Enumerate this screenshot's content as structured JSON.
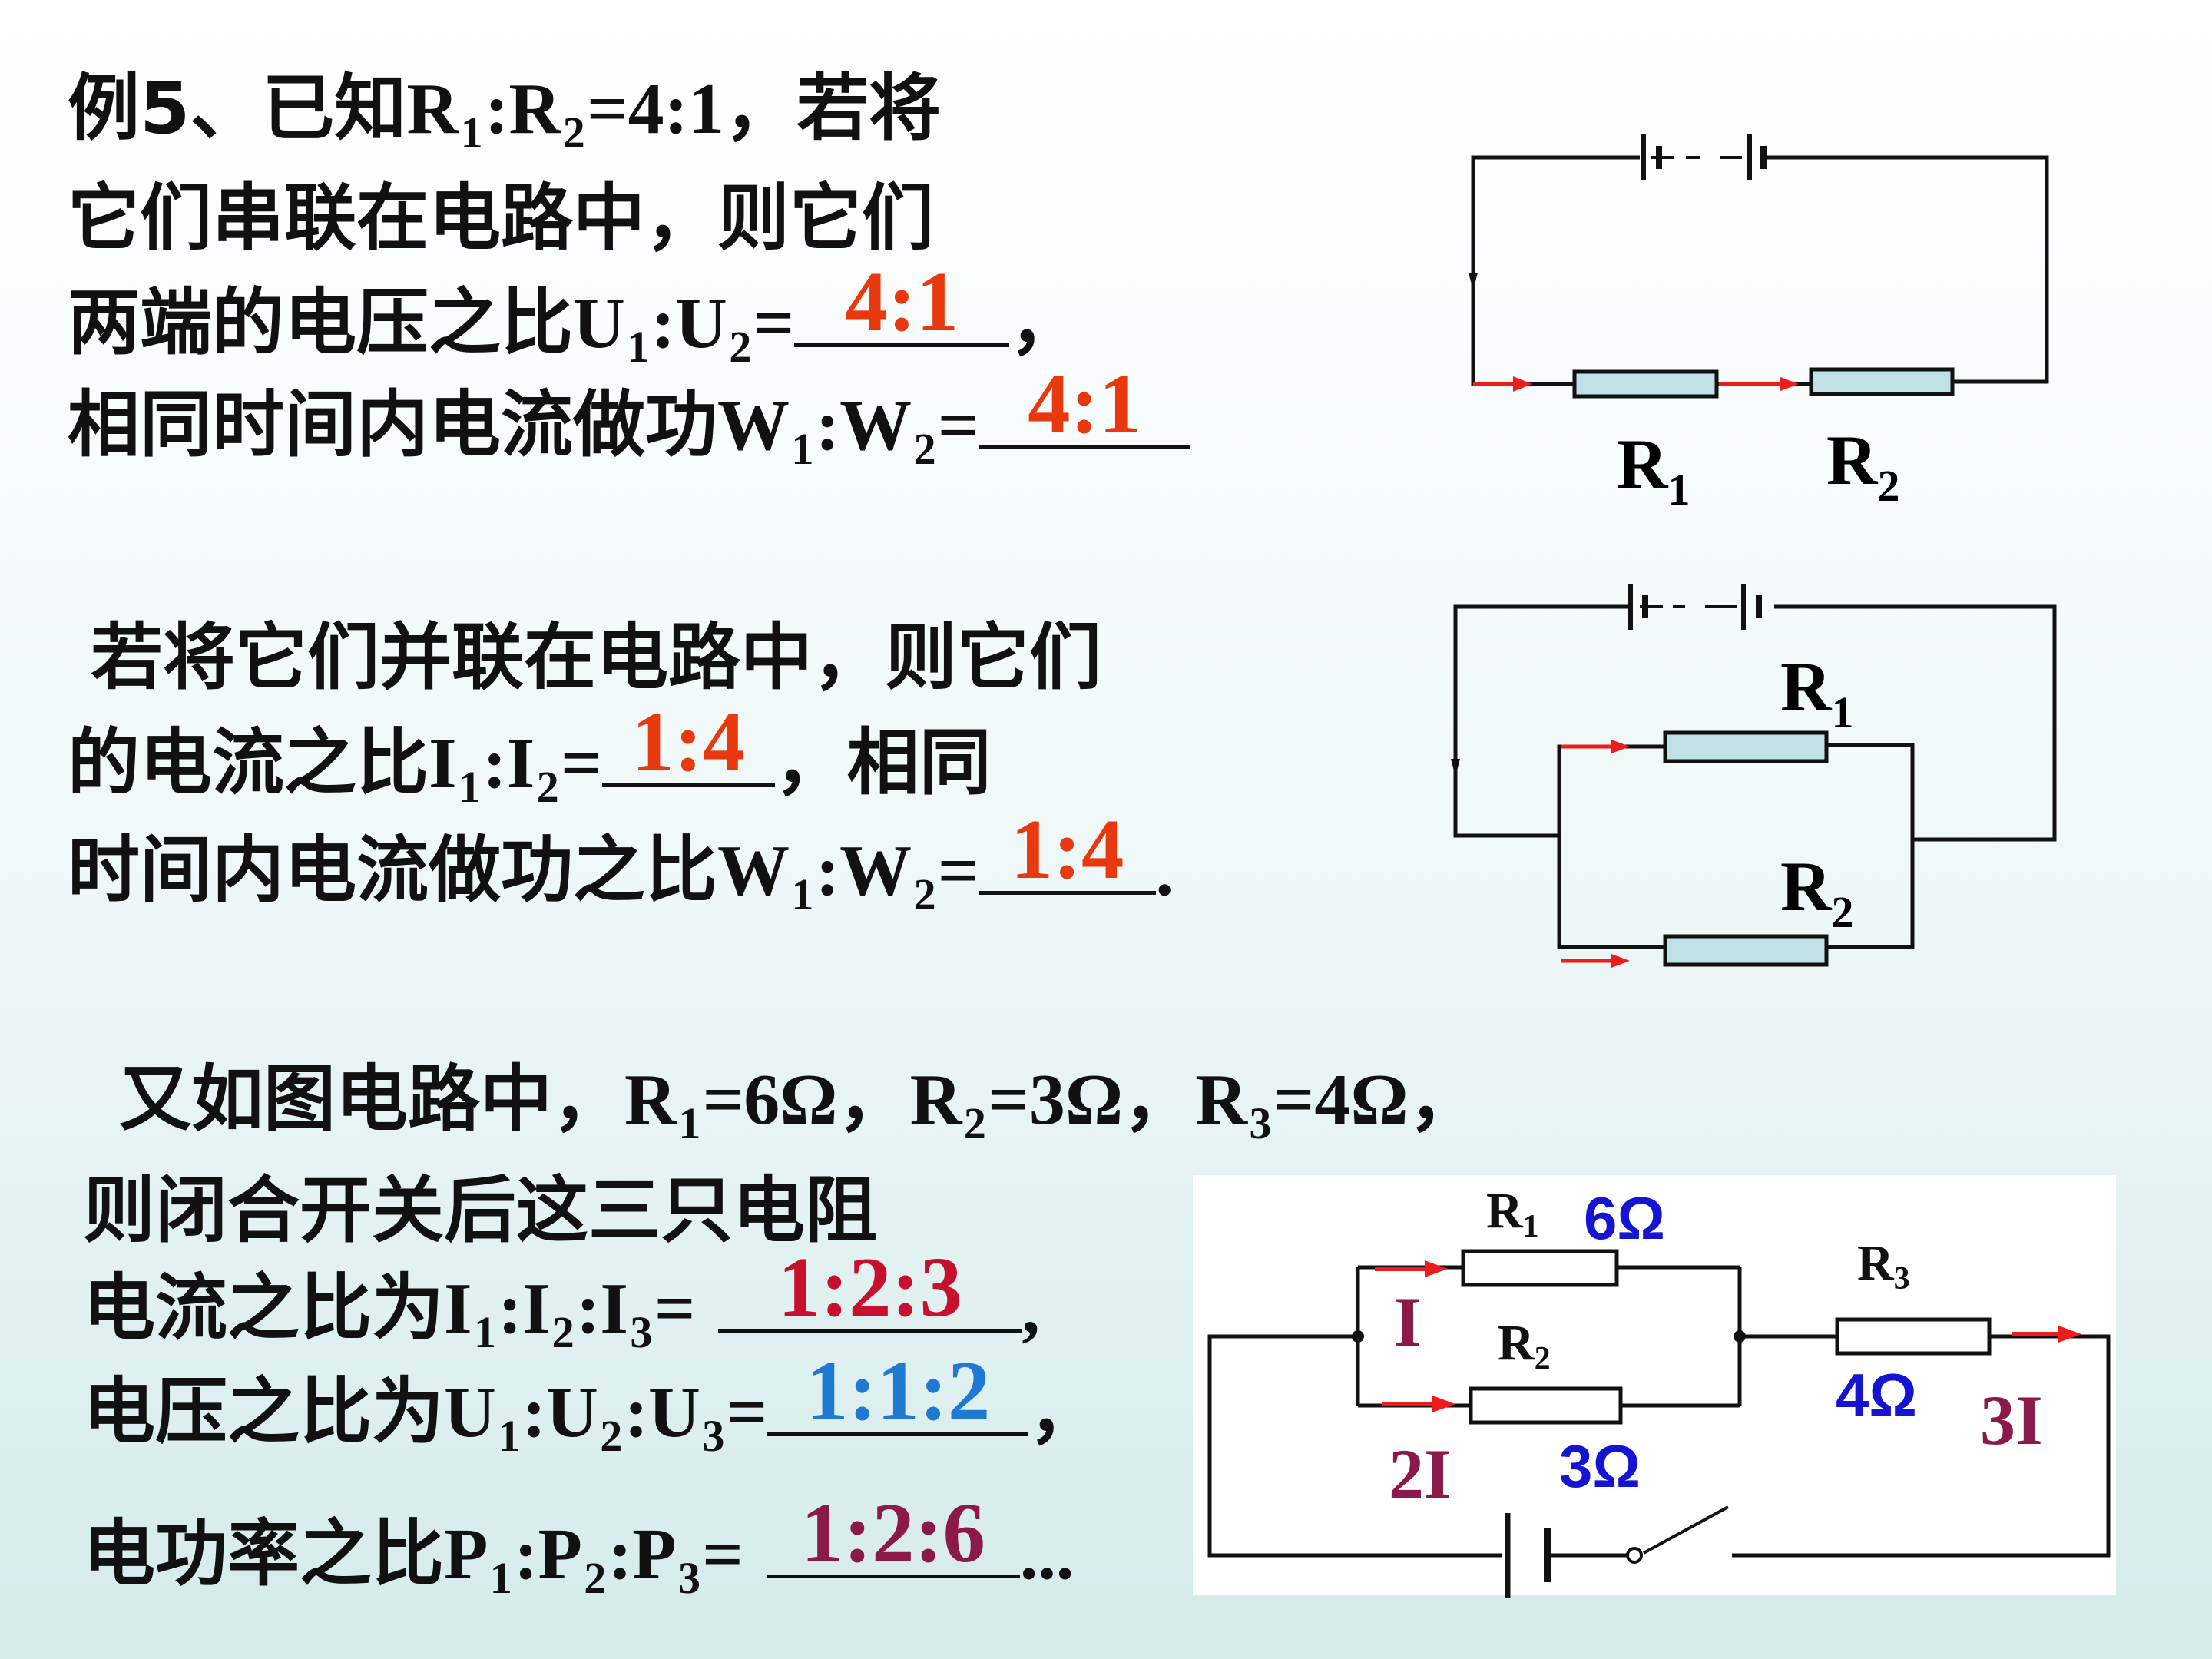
{
  "problem": {
    "l1_prefix": "例5、已知",
    "l1_ratio_text": "=4:1",
    "l1_suffix": "，若将",
    "l2": "它们串联在电路中，则它们",
    "l3_prefix": "两端的电压之比",
    "l3_ans": "4:1",
    "l3_suffix": "，",
    "l4_prefix": "相同时间内电流做功",
    "l4_ans": "4:1",
    "l5": "若将它们并联在电路中，则它们",
    "l6_prefix": "的电流之比",
    "l6_ans": "1:4",
    "l6_suffix": "，相同",
    "l7_prefix": "时间内电流做功之比",
    "l7_ans": "1:4",
    "l7_suffix": ".",
    "l8_prefix": "又如图电路中，",
    "l8_r1val": "=6Ω",
    "l8_r2val": "=3Ω",
    "l8_r3val": "=4Ω",
    "l8_sep": "，",
    "l9": "则闭合开关后这三只电阻",
    "l10_prefix": "电流之比为",
    "l10_ans": "1:2:3",
    "l10_suffix": ",",
    "l11_prefix": "电压之比为",
    "l11_ans": "1:1:2",
    "l11_suffix": "，",
    "l12_prefix": "电功率之比",
    "l12_ans": "1:2:6",
    "l12_suffix": "..."
  },
  "symbols": {
    "R": "R",
    "U": "U",
    "W": "W",
    "I": "I",
    "P": "P",
    "sub1": "1",
    "sub2": "2",
    "sub3": "3",
    "colon": ":",
    "eq": "="
  },
  "circuit1": {
    "r1_label": "R",
    "r1_sub": "1",
    "r2_label": "R",
    "r2_sub": "2"
  },
  "circuit2": {
    "r1_label": "R",
    "r1_sub": "1",
    "r2_label": "R",
    "r2_sub": "2"
  },
  "circuit3": {
    "r1_label": "R",
    "r1_sub": "1",
    "r1_value": "6Ω",
    "r2_label": "R",
    "r2_sub": "2",
    "r2_value": "3Ω",
    "r3_label": "R",
    "r3_sub": "3",
    "r3_value": "4Ω",
    "current_i": "I",
    "current_2i": "2I",
    "current_3i": "3I"
  },
  "colors": {
    "answer_red": "#e8380d",
    "answer_crimson": "#c8102e",
    "answer_blue": "#1f78d1",
    "answer_maroon": "#8b1a4a",
    "value_blue": "#1414d2",
    "resistor_fill": "#bfe0e4",
    "arrow_red": "#ee1c1c"
  }
}
